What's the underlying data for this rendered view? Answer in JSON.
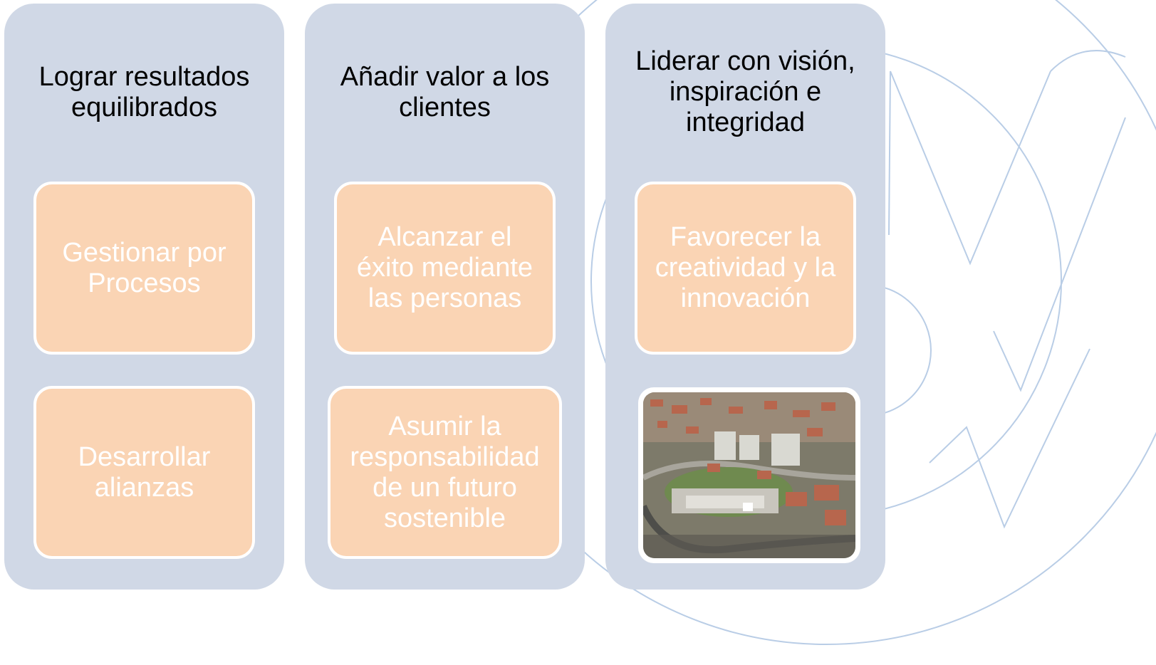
{
  "columns": [
    {
      "title": "Lograr resultados\nequilibrados",
      "cards": [
        "Gestionar por\nProcesos",
        "Desarrollar\nalianzas"
      ]
    },
    {
      "title": "Añadir valor a los\nclientes",
      "cards": [
        "Alcanzar el\néxito mediante\nlas personas",
        "Asumir la\nresponsabilidad\nde un futuro\nsostenible"
      ]
    },
    {
      "title": "Liderar con visión,\ninspiración e\nintegridad",
      "cards": [
        "Favorecer la\ncreatividad y la\ninnovación"
      ]
    }
  ],
  "colors": {
    "column_fill": "#d0d8e6",
    "card_fill": "#fad4b4",
    "card_text": "#ffffff",
    "title_text": "#000000",
    "watermark_stroke": "#b9cde6"
  }
}
